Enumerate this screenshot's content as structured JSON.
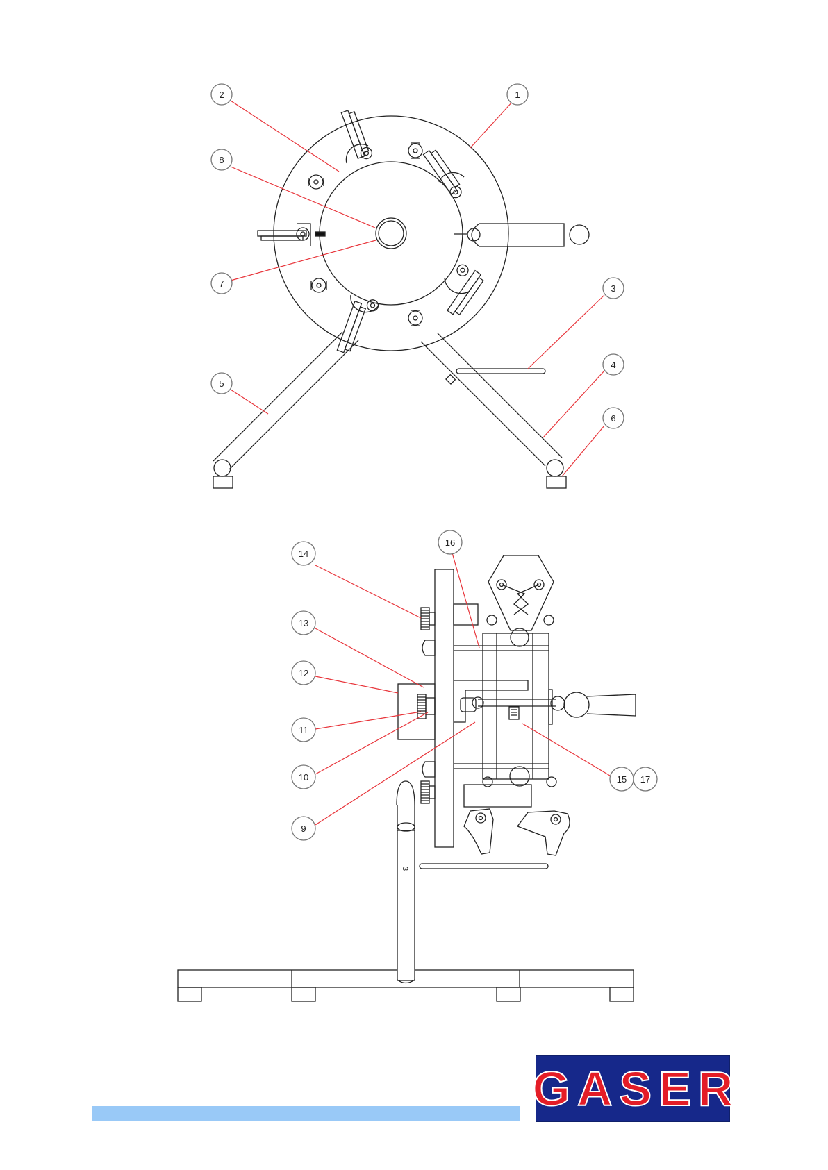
{
  "callouts": [
    {
      "id": "c1",
      "label": "1"
    },
    {
      "id": "c2",
      "label": "2"
    },
    {
      "id": "c3",
      "label": "3"
    },
    {
      "id": "c4",
      "label": "4"
    },
    {
      "id": "c5",
      "label": "5"
    },
    {
      "id": "c6",
      "label": "6"
    },
    {
      "id": "c7",
      "label": "7"
    },
    {
      "id": "c8",
      "label": "8"
    },
    {
      "id": "c9",
      "label": "9"
    },
    {
      "id": "c10",
      "label": "10"
    },
    {
      "id": "c11",
      "label": "11"
    },
    {
      "id": "c12",
      "label": "12"
    },
    {
      "id": "c13",
      "label": "13"
    },
    {
      "id": "c14",
      "label": "14"
    },
    {
      "id": "c15",
      "label": "15"
    },
    {
      "id": "c16",
      "label": "16"
    },
    {
      "id": "c17",
      "label": "17"
    }
  ],
  "pipe_marking": "3",
  "logo": {
    "text": "GASER"
  },
  "colors": {
    "line": "#222222",
    "leader": "#e8343a",
    "callout_border": "#777777",
    "footer_bar": "#99c9f7",
    "logo_bg": "#16288a",
    "logo_text": "#e41d27"
  }
}
